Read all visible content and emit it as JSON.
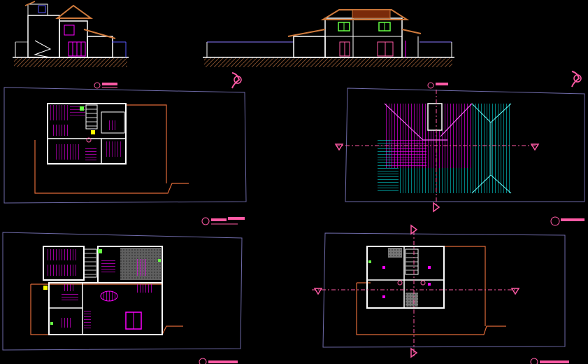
{
  "colors": {
    "background": "#000000",
    "sheet_border": "#6e6aa8",
    "wall": "#ffffff",
    "lot": "#e06a38",
    "roof_tile": "#cf7a3c",
    "label": "#ff5aa5",
    "magenta": "#ff00ff",
    "cyan": "#00ffff",
    "green": "#66ff44",
    "yellow": "#ffff00",
    "grey": "#aaaaaa"
  },
  "drawings": [
    {
      "id": "elevation-left",
      "kind": "elevation"
    },
    {
      "id": "elevation-right",
      "kind": "elevation"
    },
    {
      "id": "upper-floor-plan",
      "kind": "floor-plan"
    },
    {
      "id": "roof-plan",
      "kind": "roof-plan"
    },
    {
      "id": "ground-floor-plan",
      "kind": "floor-plan"
    },
    {
      "id": "site-plan",
      "kind": "site-plan"
    }
  ],
  "icons": [
    "section-marker-icon",
    "north-arrow-icon",
    "title-bubble-icon"
  ]
}
